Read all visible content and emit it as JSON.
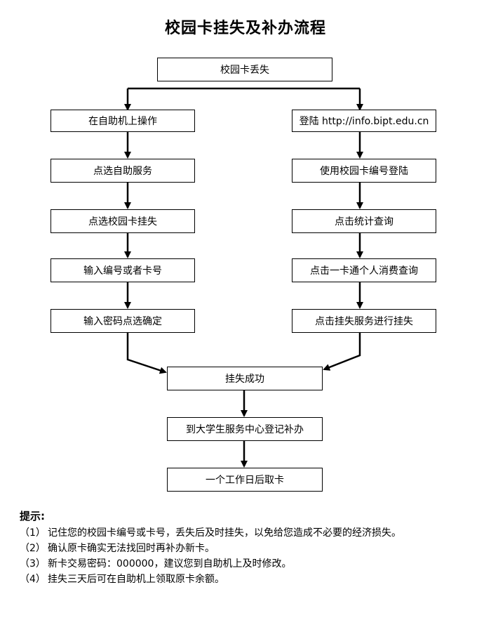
{
  "title": "校园卡挂失及补办流程",
  "nodes": {
    "start": "校园卡丢失",
    "left": [
      "在自助机上操作",
      "点选自助服务",
      "点选校园卡挂失",
      "输入编号或者卡号",
      "输入密码点选确定"
    ],
    "right": [
      "登陆 http://info.bipt.edu.cn",
      "使用校园卡编号登陆",
      "点击统计查询",
      "点击一卡通个人消费查询",
      "点击挂失服务进行挂失"
    ],
    "success": "挂失成功",
    "reissue": "到大学生服务中心登记补办",
    "pickup": "一个工作日后取卡"
  },
  "tips": {
    "heading": "提示:",
    "items": [
      {
        "num": "（1）",
        "text": "记住您的校园卡编号或卡号，丢失后及时挂失，以免给您造成不必要的经济损失。"
      },
      {
        "num": "（2）",
        "text": "确认原卡确实无法找回时再补办新卡。"
      },
      {
        "num": "（3）",
        "text": "新卡交易密码：000000，建议您到自助机上及时修改。"
      },
      {
        "num": "（4）",
        "text": "挂失三天后可在自助机上领取原卡余额。"
      }
    ]
  }
}
